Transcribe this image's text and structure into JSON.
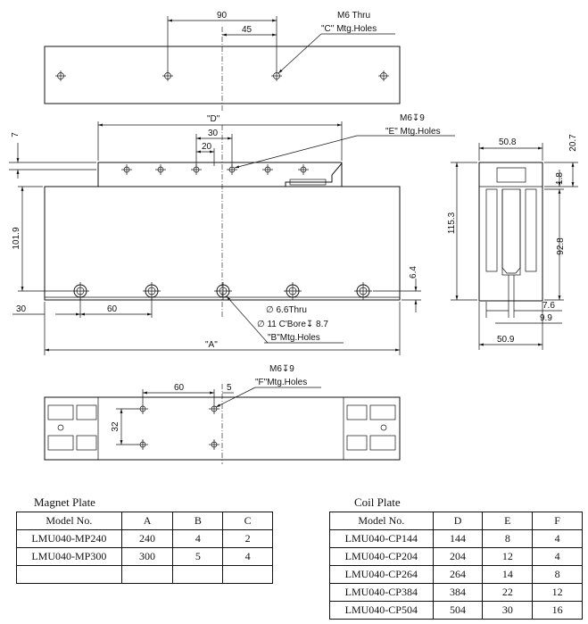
{
  "top_view": {
    "dim_90": "90",
    "dim_45": "45",
    "note_line1": "M6 Thru",
    "note_line2": "\"C\" Mtg.Holes"
  },
  "front_view": {
    "dim_7": "7",
    "dim_D": "\"D\"",
    "dim_30": "30",
    "dim_20": "20",
    "dim_101_9": "101.9",
    "dim_6_4": "6.4",
    "dim_30_left": "30",
    "dim_60": "60",
    "dim_A": "\"A\"",
    "e_note_line1": "M6↧9",
    "e_note_line2": "\"E\" Mtg.Holes",
    "b_note_line1": "∅ 6.6Thru",
    "b_note_line2": "∅ 11 C'Bore↧ 8.7",
    "b_note_line3": "\"B\"Mtg.Holes"
  },
  "side_view": {
    "dim_50_8": "50.8",
    "dim_20_7": "20.7",
    "dim_1_8": "1.8",
    "dim_115_3": "115.3",
    "dim_92_8": "92.8",
    "dim_7_6": "7.6",
    "dim_9_9": "9.9",
    "dim_50_9": "50.9"
  },
  "bottom_view": {
    "dim_60": "60",
    "dim_5": "5",
    "dim_32": "32",
    "f_note_line1": "M6↧9",
    "f_note_line2": "\"F\"Mtg.Holes"
  },
  "magnet_plate": {
    "title": "Magnet Plate",
    "headers": [
      "Model No.",
      "A",
      "B",
      "C"
    ],
    "rows": [
      [
        "LMU040-MP240",
        "240",
        "4",
        "2"
      ],
      [
        "LMU040-MP300",
        "300",
        "5",
        "4"
      ],
      [
        "",
        "",
        "",
        ""
      ]
    ]
  },
  "coil_plate": {
    "title": "Coil Plate",
    "headers": [
      "Model No.",
      "D",
      "E",
      "F"
    ],
    "rows": [
      [
        "LMU040-CP144",
        "144",
        "8",
        "4"
      ],
      [
        "LMU040-CP204",
        "204",
        "12",
        "4"
      ],
      [
        "LMU040-CP264",
        "264",
        "14",
        "8"
      ],
      [
        "LMU040-CP384",
        "384",
        "22",
        "12"
      ],
      [
        "LMU040-CP504",
        "504",
        "30",
        "16"
      ]
    ]
  }
}
